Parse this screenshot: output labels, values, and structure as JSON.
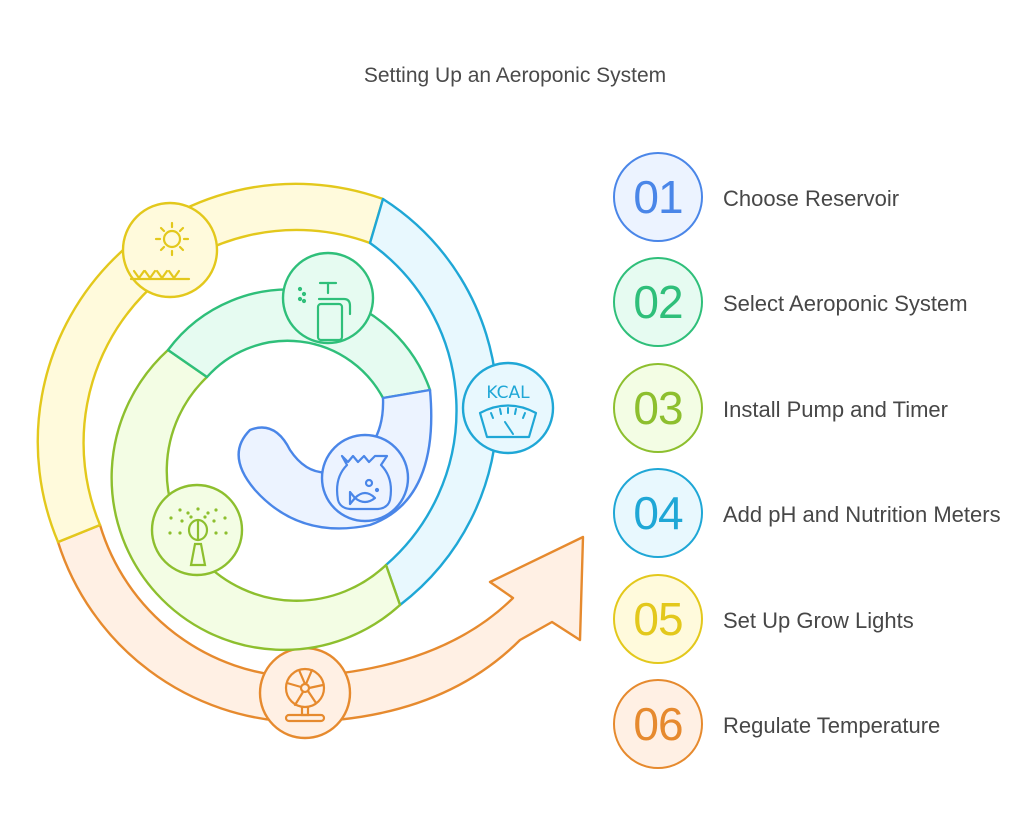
{
  "title": "Setting Up an Aeroponic System",
  "steps": [
    {
      "number": "01",
      "label": "Choose Reservoir",
      "stroke": "#4a86e8",
      "fill": "#ecf3ff",
      "icon": "fish-bag-icon"
    },
    {
      "number": "02",
      "label": "Select Aeroponic System",
      "stroke": "#2fbf7a",
      "fill": "#e6fbf1",
      "icon": "spray-bottle-icon"
    },
    {
      "number": "03",
      "label": "Install Pump and Timer",
      "stroke": "#8dbf2e",
      "fill": "#f3fde4",
      "icon": "sprinkler-icon"
    },
    {
      "number": "04",
      "label": "Add pH and Nutrition Meters",
      "stroke": "#1fa7d6",
      "fill": "#e8f8fe",
      "icon": "kcal-scale-icon"
    },
    {
      "number": "05",
      "label": "Set Up Grow Lights",
      "stroke": "#e3c81c",
      "fill": "#fffadc",
      "icon": "sun-plants-icon"
    },
    {
      "number": "06",
      "label": "Regulate Temperature",
      "stroke": "#e68a2e",
      "fill": "#fff0e4",
      "icon": "fan-icon"
    }
  ],
  "icons": {
    "kcal_text": "KCAL"
  }
}
